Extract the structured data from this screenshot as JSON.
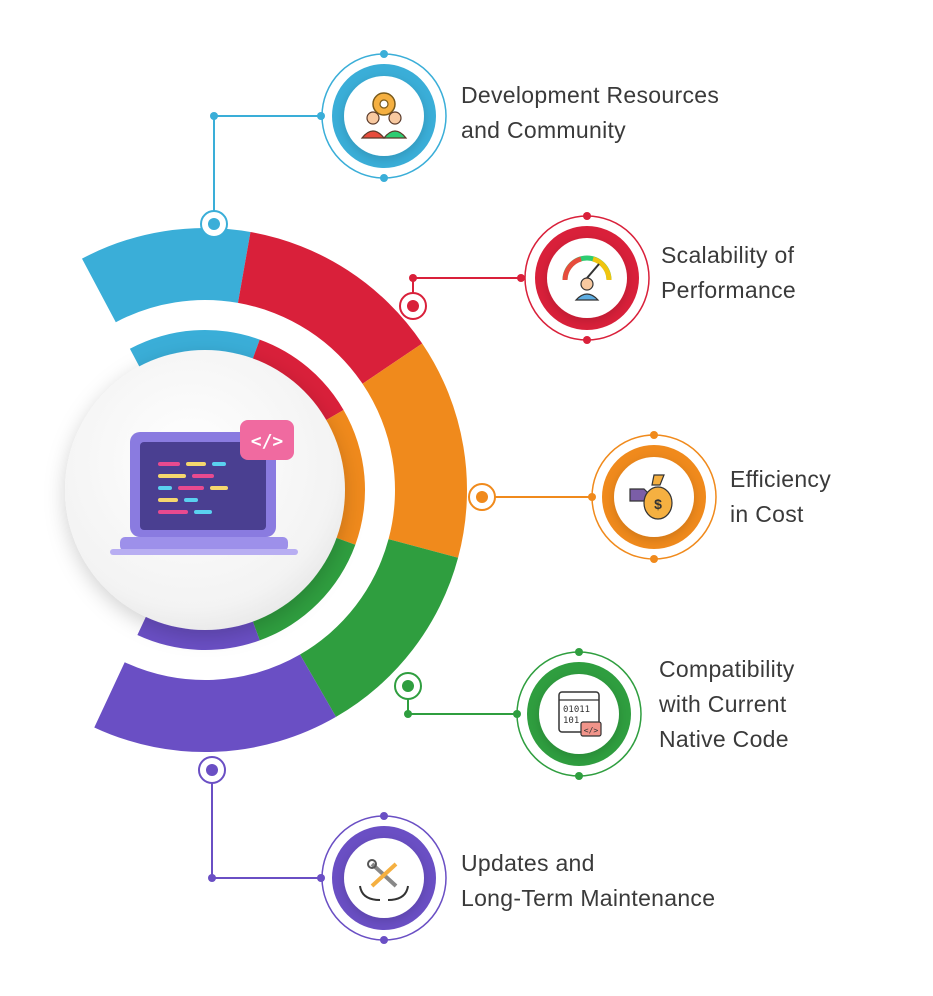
{
  "colors": {
    "blue": "#3aaed8",
    "red": "#d9203a",
    "orange": "#f08a1c",
    "green": "#2f9e3f",
    "purple": "#6a4fc4",
    "text": "#3a3a3a"
  },
  "items": [
    {
      "color": "blue",
      "icon": "team-gear-icon",
      "lines": [
        "Development Resources",
        "and Community"
      ]
    },
    {
      "color": "red",
      "icon": "performance-gauge-icon",
      "lines": [
        "Scalability of",
        "Performance"
      ]
    },
    {
      "color": "orange",
      "icon": "money-bag-hand-icon",
      "lines": [
        "Efficiency",
        "in Cost"
      ]
    },
    {
      "color": "green",
      "icon": "binary-code-window-icon",
      "lines": [
        "Compatibility",
        "with Current",
        "Native Code"
      ]
    },
    {
      "color": "purple",
      "icon": "tools-hands-icon",
      "lines": [
        "Updates and",
        "Long-Term Maintenance"
      ]
    }
  ],
  "center": {
    "icon": "laptop-code-icon",
    "badge": "</>"
  },
  "app_icon_text": {
    "binary_top": "01011",
    "binary_bottom": "101",
    "code_tag": "</>"
  }
}
